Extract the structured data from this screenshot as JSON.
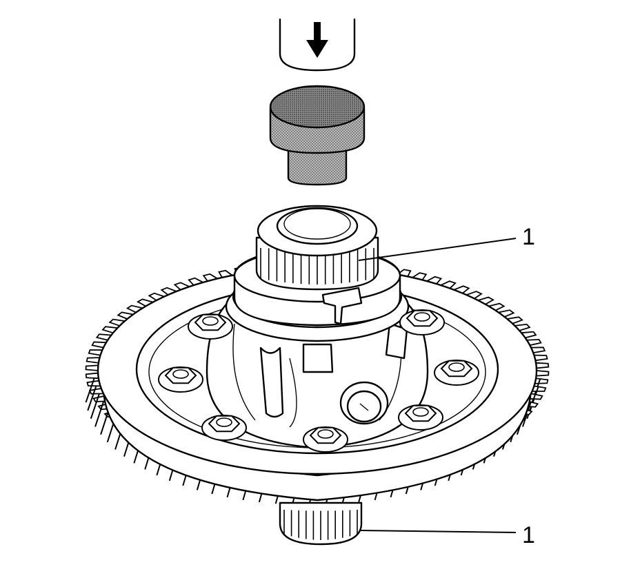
{
  "callouts": [
    {
      "label": "1",
      "target": "upper-bearing"
    },
    {
      "label": "1",
      "target": "lower-bearing"
    }
  ],
  "colors": {
    "ink": "#000000",
    "paper": "#ffffff",
    "stipple": "#9a9a9a"
  },
  "icons": {
    "press_direction": "down-arrow-icon"
  }
}
